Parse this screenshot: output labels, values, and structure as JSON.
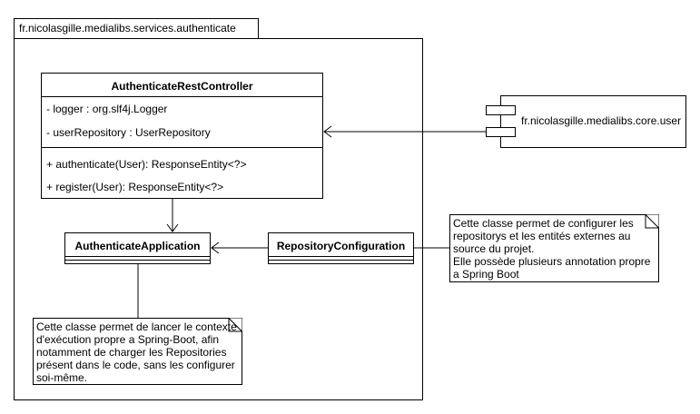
{
  "package": {
    "name": "fr.nicolasgille.medialibs.services.authenticate"
  },
  "controller": {
    "name": "AuthenticateRestController",
    "attributes": [
      "- logger : org.slf4j.Logger",
      "- userRepository : UserRepository"
    ],
    "operations": [
      "+ authenticate(User): ResponseEntity<?>",
      "+ register(User): ResponseEntity<?>"
    ]
  },
  "application": {
    "name": "AuthenticateApplication"
  },
  "repository_configuration": {
    "name": "RepositoryConfiguration"
  },
  "component": {
    "name": "fr.nicolasgille.medialibs.core.user"
  },
  "notes": {
    "repository_note": "Cette classe permet de configurer les\nrepositorys et les entités externes au\nsource du projet.\nElle possède plusieurs annotation propre\na Spring Boot",
    "application_note": "Cette classe permet de lancer le contexte\nd'exécution propre a Spring-Boot, afin\nnotamment de charger les Repositories\nprésent dans le code, sans les configurer\nsoi-même."
  }
}
